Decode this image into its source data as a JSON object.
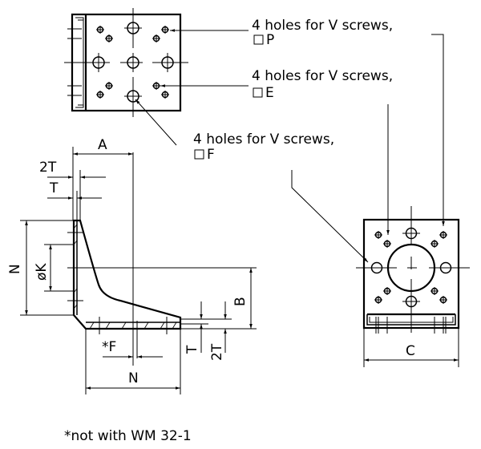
{
  "callouts": {
    "p": {
      "line1": "4 holes for V screws,",
      "line2": "P"
    },
    "e": {
      "line1": "4 holes for V screws,",
      "line2": "E"
    },
    "f": {
      "line1": "4 holes for V screws,",
      "line2": "F"
    }
  },
  "dimensions": {
    "a": "A",
    "two_t_top": "2T",
    "t_top": "T",
    "n_left": "N",
    "phi_k": "øK",
    "b": "B",
    "f_star": "*F",
    "t_bottom": "T",
    "two_t_bottom": "2T",
    "n_bottom": "N",
    "c": "C"
  },
  "footnote": "*not with WM 32-1"
}
